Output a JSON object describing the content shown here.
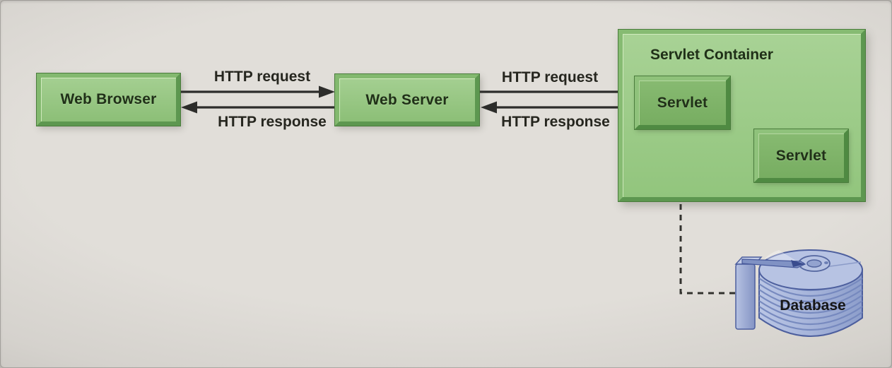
{
  "diagram": {
    "nodes": {
      "web_browser": {
        "label": "Web Browser"
      },
      "web_server": {
        "label": "Web Server"
      },
      "servlet_container": {
        "label": "Servlet Container"
      },
      "servlet_1": {
        "label": "Servlet"
      },
      "servlet_2": {
        "label": "Servlet"
      },
      "database": {
        "label": "Database"
      }
    },
    "edges": {
      "browser_to_server_request": {
        "label": "HTTP request"
      },
      "server_to_browser_response": {
        "label": "HTTP response"
      },
      "server_to_container_request": {
        "label": "HTTP request"
      },
      "container_to_server_response": {
        "label": "HTTP response"
      },
      "servlet_to_database": {
        "style": "dashed"
      }
    },
    "colors": {
      "background": "#dcd9d4",
      "node_face": "#93c57f",
      "container_face": "#9cc98a",
      "inner_node_face": "#80b56b",
      "bevel_mid": "#83b96f",
      "bevel_dark": "#5d9750",
      "node_outline": "#4a7c3c",
      "connector": "#2d2d2b",
      "node_text": "#203018",
      "edge_label_text": "#26261f",
      "database_fill": "#a9b7db",
      "database_stroke": "#4d5f9e"
    }
  }
}
